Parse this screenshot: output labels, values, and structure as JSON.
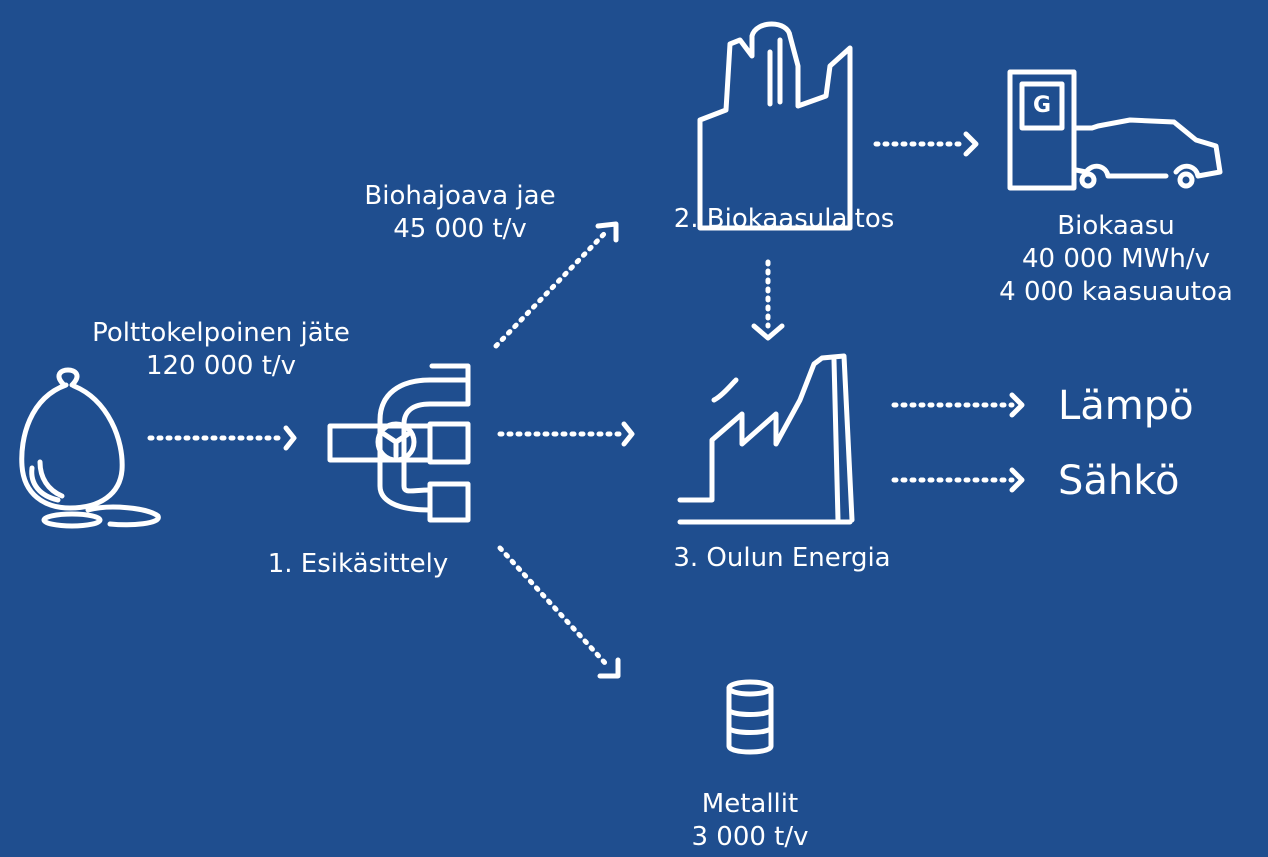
{
  "background": "#1f4e8f",
  "foreground": "#ffffff",
  "nodes": {
    "waste": {
      "name": "Polttokelpoinen jäte",
      "amount": "120 000 t/v",
      "icon": "waste-bag-icon"
    },
    "preprocessing": {
      "name": "1. Esikäsittely",
      "icon": "pipes-valve-icon"
    },
    "biogas_plant": {
      "name": "2. Biokaasulaitos",
      "icon": "biogas-plant-icon"
    },
    "biogas": {
      "name": "Biokaasu",
      "energy": "40 000 MWh/v",
      "cars": "4 000 kaasuautoa",
      "icon": "gas-pump-car-icon",
      "pump_letter": "G"
    },
    "energy_plant": {
      "name": "3. Oulun Energia",
      "icon": "power-plant-icon"
    },
    "metals": {
      "name": "Metallit",
      "amount": "3 000 t/v",
      "icon": "metal-can-icon"
    },
    "bio_fraction": {
      "name": "Biohajoava jae",
      "amount": "45 000 t/v"
    },
    "outputs": {
      "heat": "Lämpö",
      "electricity": "Sähkö"
    }
  }
}
